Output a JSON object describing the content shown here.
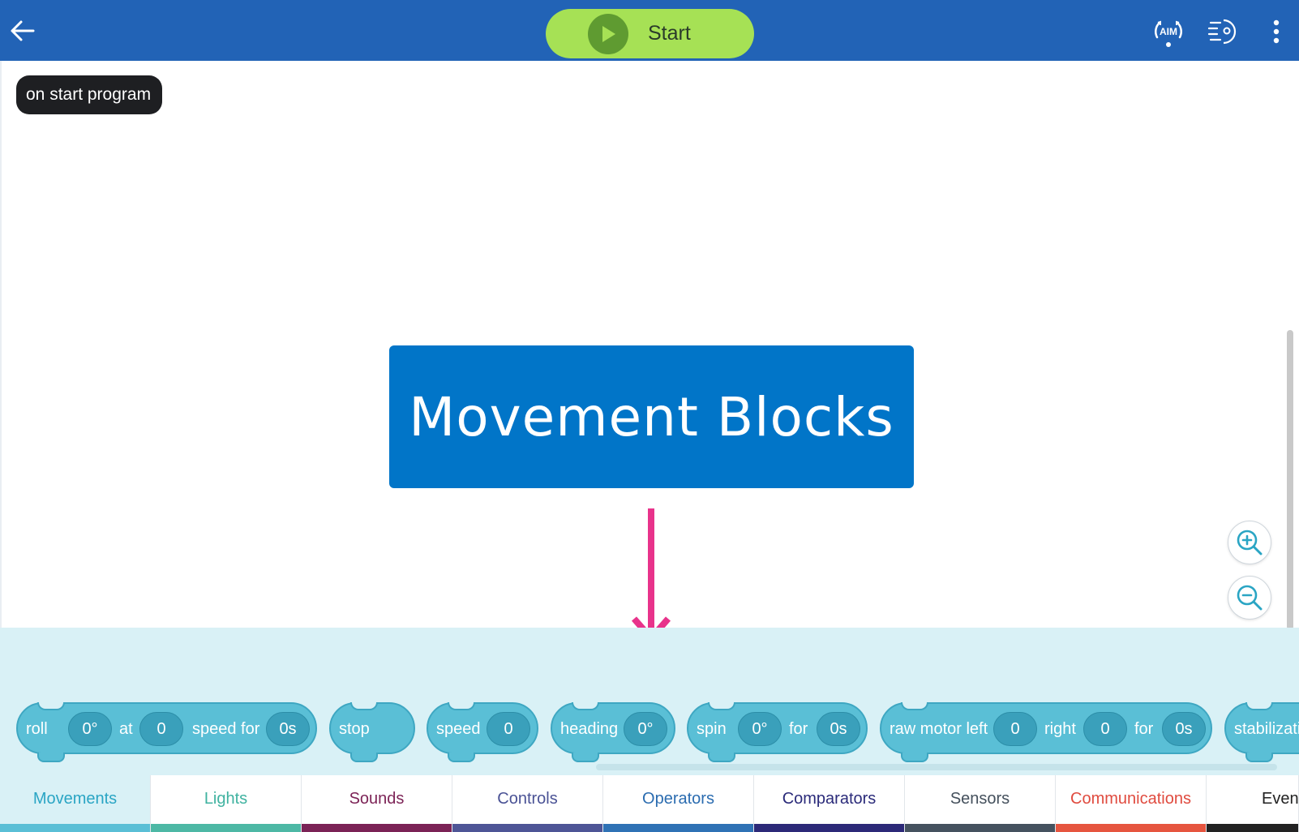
{
  "topbar": {
    "start_label": "Start",
    "aim_label": "AIM",
    "back_icon": "arrow-left-icon",
    "aim_icon": "aim-icon",
    "drive_icon": "drive-icon",
    "menu_icon": "more-vertical-icon",
    "colors": {
      "bar": "#2263b6",
      "start": "#a6e155",
      "start_circle": "#5f9b31"
    }
  },
  "canvas": {
    "hat_block": "on start program",
    "title": "Movement Blocks",
    "arrow_color": "#e8338b",
    "zoom_in_icon": "zoom-in-icon",
    "zoom_out_icon": "zoom-out-icon"
  },
  "palette": {
    "blocks": {
      "roll": {
        "word1": "roll",
        "value1": "0°",
        "word2": "at",
        "value2": "0",
        "word3": "speed for",
        "value3": "0s"
      },
      "stop": {
        "word1": "stop"
      },
      "speed": {
        "word1": "speed",
        "value1": "0"
      },
      "heading": {
        "word1": "heading",
        "value1": "0°"
      },
      "spin": {
        "word1": "spin",
        "value1": "0°",
        "word2": "for",
        "value2": "0s"
      },
      "raw_motor": {
        "word1": "raw motor left",
        "value1": "0",
        "word2": "right",
        "value2": "0",
        "word3": "for",
        "value3": "0s"
      },
      "stabilization": {
        "word1": "stabilizatio"
      }
    }
  },
  "tabs": [
    {
      "label": "Movements",
      "color": "#2aa5c4",
      "bar": "#5abfd6"
    },
    {
      "label": "Lights",
      "color": "#3fb2a0",
      "bar": "#4db8a5"
    },
    {
      "label": "Sounds",
      "color": "#7d2457",
      "bar": "#7b2356"
    },
    {
      "label": "Controls",
      "color": "#4a5295",
      "bar": "#4e5596"
    },
    {
      "label": "Operators",
      "color": "#2b6cb0",
      "bar": "#2f72b5"
    },
    {
      "label": "Comparators",
      "color": "#2b2b7a",
      "bar": "#2c2978"
    },
    {
      "label": "Sensors",
      "color": "#44505c",
      "bar": "#45525f"
    },
    {
      "label": "Communications",
      "color": "#e04b3f",
      "bar": "#e6553f"
    },
    {
      "label": "Event",
      "color": "#222222",
      "bar": "#222222"
    }
  ]
}
